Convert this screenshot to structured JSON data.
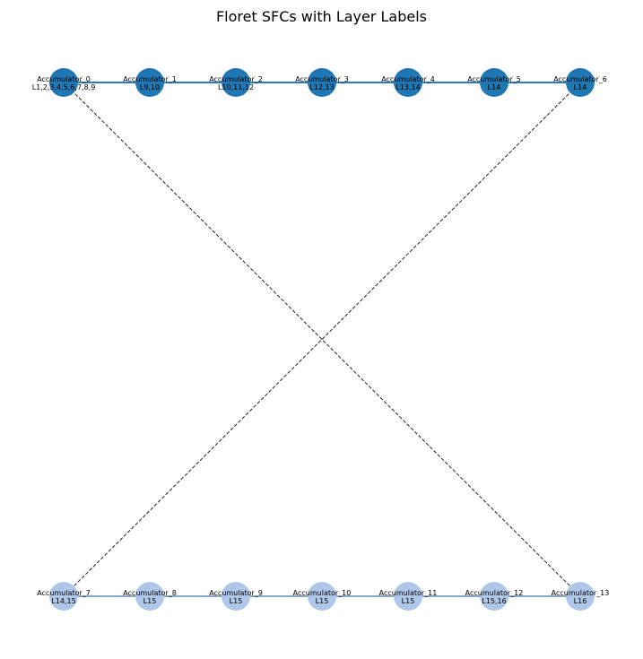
{
  "title": "Floret SFCs with Layer Labels",
  "colors": {
    "sfc_a_node": "#1f77b4",
    "sfc_b_node": "#aec7e8",
    "sfc_a_edge": "#2b7bb9",
    "sfc_b_edge": "#8aa8c8",
    "cross_edge": "#222222"
  },
  "sfcs": [
    {
      "id": "A",
      "nodes": [
        {
          "name": "Accumulator_0",
          "layers": "L1,2,3,4,5,6,7,8,9"
        },
        {
          "name": "Accumulator_1",
          "layers": "L9,10"
        },
        {
          "name": "Accumulator_2",
          "layers": "L10,11,12"
        },
        {
          "name": "Accumulator_3",
          "layers": "L12,13"
        },
        {
          "name": "Accumulator_4",
          "layers": "L13,14"
        },
        {
          "name": "Accumulator_5",
          "layers": "L14"
        },
        {
          "name": "Accumulator_6",
          "layers": "L14"
        }
      ]
    },
    {
      "id": "B",
      "nodes": [
        {
          "name": "Accumulator_7",
          "layers": "L14,15"
        },
        {
          "name": "Accumulator_8",
          "layers": "L15"
        },
        {
          "name": "Accumulator_9",
          "layers": "L15"
        },
        {
          "name": "Accumulator_10",
          "layers": "L15"
        },
        {
          "name": "Accumulator_11",
          "layers": "L15"
        },
        {
          "name": "Accumulator_12",
          "layers": "L15,16"
        },
        {
          "name": "Accumulator_13",
          "layers": "L16"
        }
      ]
    }
  ],
  "cross_links": [
    {
      "from": "Accumulator_0",
      "to": "Accumulator_13",
      "style": "dashed"
    },
    {
      "from": "Accumulator_6",
      "to": "Accumulator_7",
      "style": "dashed"
    }
  ]
}
